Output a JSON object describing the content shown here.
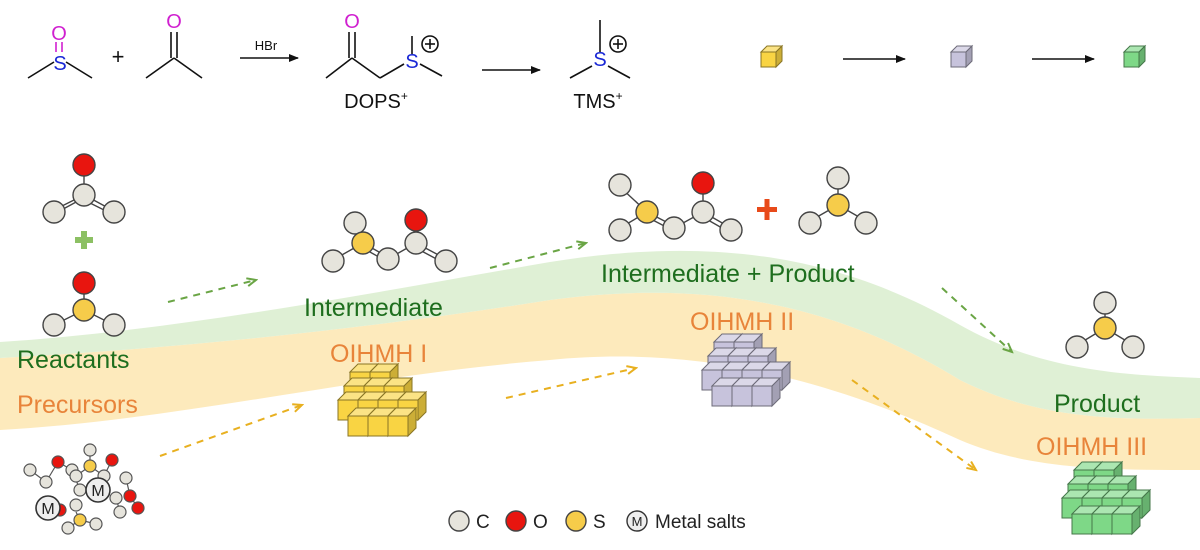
{
  "reaction": {
    "reagent": "HBr",
    "intermediate_label": "DOPS",
    "product_label": "TMS",
    "plus_sign": "+",
    "charge": "+",
    "atom_O": "O",
    "atom_S": "S"
  },
  "stages": {
    "reactants": "Reactants",
    "precursors": "Precursors",
    "intermediate": "Intermediate",
    "oihmh1": "OIHMH I",
    "intermediate_product": "Intermediate + Product",
    "oihmh2": "OIHMH II",
    "product": "Product",
    "oihmh3": "OIHMH III"
  },
  "legend": {
    "c": "C",
    "o": "O",
    "s": "S",
    "m_symbol": "M",
    "metal": "Metal salts"
  },
  "colors": {
    "carbon": "#e6e4dc",
    "oxygen": "#e8150f",
    "sulfur": "#f6cc4a",
    "green_band": "#dceed0",
    "orange_band": "#fde6b0",
    "green_text": "#1e6e1e",
    "orange_text": "#e8843a",
    "cube_yellow": "#f9d443",
    "cube_purple": "#c7c3dc",
    "cube_green": "#7ed887",
    "plus_green": "#8cc063",
    "plus_orange": "#e84a1a"
  }
}
